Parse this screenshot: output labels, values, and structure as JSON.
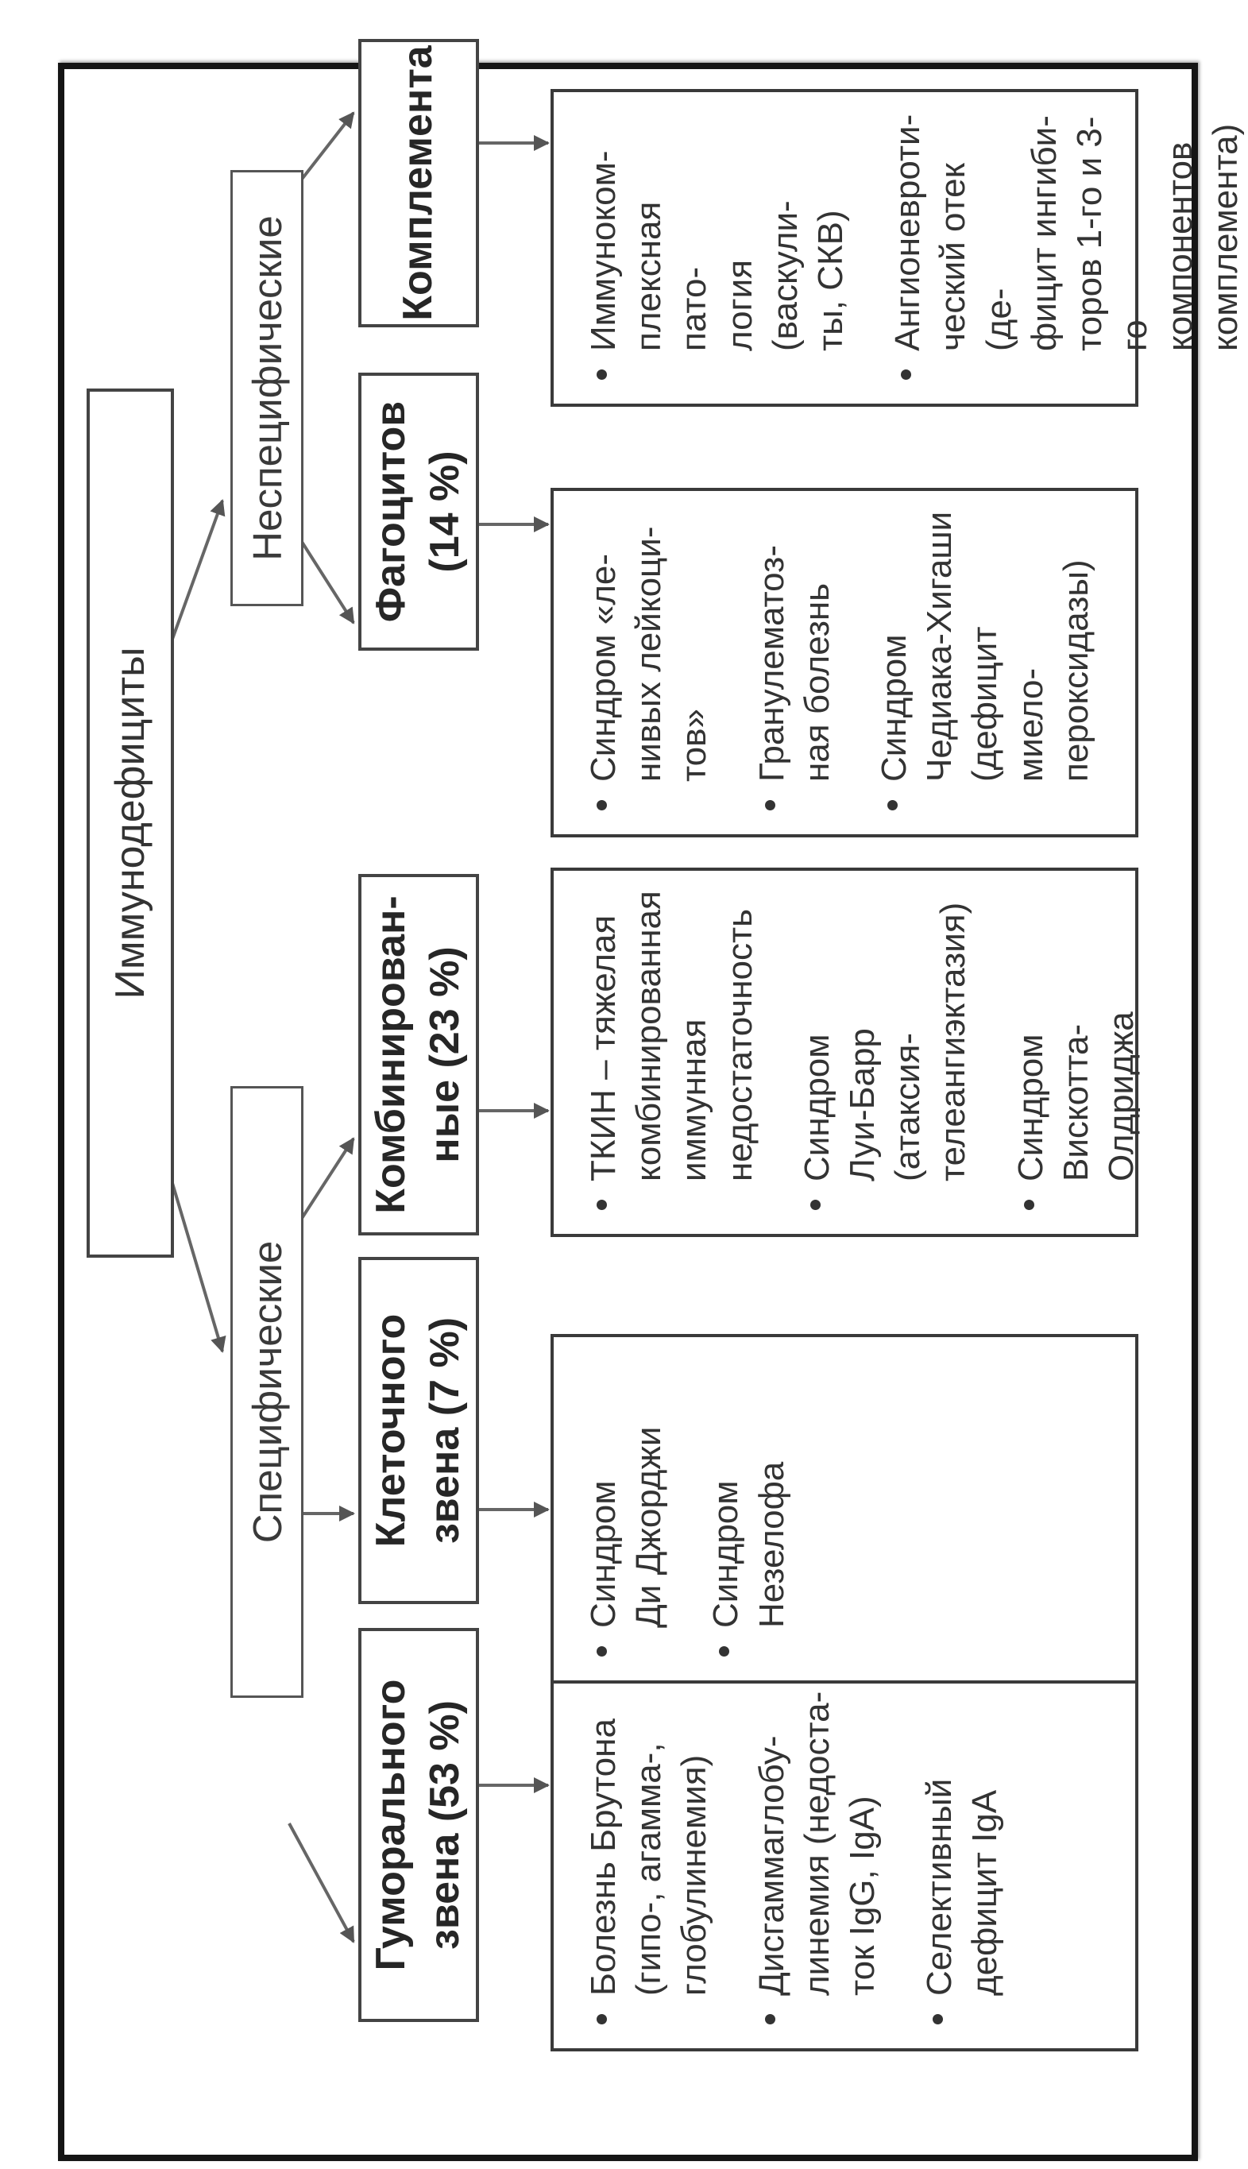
{
  "root": {
    "label": "Иммунодефициты"
  },
  "categories": [
    {
      "label": "Специфические"
    },
    {
      "label": "Неспецифические"
    }
  ],
  "types": [
    {
      "label": "Гуморального\nзвена (53 %)"
    },
    {
      "label": "Клеточного\nзвена (7 %)"
    },
    {
      "label": "Комбинирован-\nные (23 %)"
    },
    {
      "label": "Фагоцитов\n(14 %)"
    },
    {
      "label": "Комплемента"
    }
  ],
  "details": [
    {
      "items": [
        "Болезнь Брутона\n(гипо-, агамма-,\nглобулинемия)",
        "Дисгаммаглобу-\nлинемия (недоста-\nток IgG, IgA)",
        "Селективный\nдефицит IgA"
      ]
    },
    {
      "items": [
        "Синдром\nДи Джорджи",
        "Синдром\nНезелофа"
      ]
    },
    {
      "items": [
        "ТКИН – тяжелая\nкомбинированная\nиммунная\nнедостаточность",
        "Синдром\nЛуи-Барр (атаксия-\nтелеангиэктазия)",
        "Синдром\nВискотта-Олдриджа"
      ]
    },
    {
      "items": [
        "Синдром «ле-\nнивых лейкоци-\nтов»",
        "Гранулематоз-\nная болезнь",
        "Синдром\nЧедиака-Хигаши\n(дефицит миело-\nпероксидазы)"
      ]
    },
    {
      "items": [
        "Иммуноком-\nплексная пато-\nлогия (васкули-\nты, СКВ)",
        "Ангионевроти-\nческий отек (де-\nфицит ингиби-\nторов 1-го и 3-го\nкомпонентов\nкомплемента)"
      ]
    }
  ]
}
